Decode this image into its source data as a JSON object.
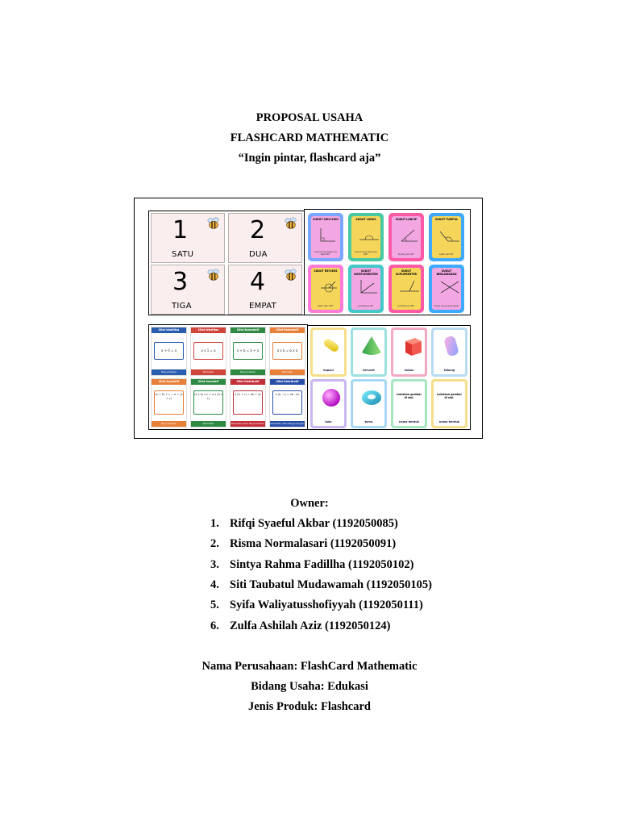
{
  "titles": {
    "line1": "PROPOSAL USAHA",
    "line2": "FLASHCARD MATHEMATIC",
    "line3": "“Ingin pintar, flashcard aja”"
  },
  "figure": {
    "number_cards": [
      {
        "num": "1",
        "word": "SATU"
      },
      {
        "num": "2",
        "word": "DUA"
      },
      {
        "num": "3",
        "word": "TIGA"
      },
      {
        "num": "4",
        "word": "EMPAT"
      }
    ],
    "angle_cards": [
      {
        "title": "SUDUT SIKU-SIKU",
        "desc": "Sudut yang besarnya tepat 90°",
        "color": "#f2a7e2",
        "frame": "#7aa6ff"
      },
      {
        "title": "SUDUT LURUS",
        "desc": "Sudut yang besarnya 180°",
        "color": "#f6d65a",
        "frame": "#49c9a2"
      },
      {
        "title": "SUDUT LANCIP",
        "desc": "Kurang dari 90°",
        "color": "#f2a7e2",
        "frame": "#ff5aa5"
      },
      {
        "title": "SUDUT TUMPUL",
        "desc": "Lebih dari 90°",
        "color": "#f6d65a",
        "frame": "#3fa9ff"
      },
      {
        "title": "SUDUT REFLEKS",
        "desc": "Lebih dari 180°",
        "color": "#f6d65a",
        "frame": "#ff7bd9"
      },
      {
        "title": "SUDUT KOMPLEMENTER",
        "desc": "Jumlahnya 90°",
        "color": "#f2a7e2",
        "frame": "#45c8c8"
      },
      {
        "title": "SUDUT SUPLEMENTER",
        "desc": "Jumlahnya 180°",
        "color": "#f6d65a",
        "frame": "#ff5aa5"
      },
      {
        "title": "SUDUT BERLAWANAN",
        "desc": "Sudut yang sama besar",
        "color": "#f2a7e2",
        "frame": "#3fa9ff"
      }
    ],
    "property_cards": [
      {
        "head": "Sifat Identitas",
        "body": "a + 0 = a",
        "foot": "Penjumlahan",
        "color": "#2a5db0"
      },
      {
        "head": "Sifat Identitas",
        "body": "a x 1 = a",
        "foot": "Perkalian",
        "color": "#d0453b"
      },
      {
        "head": "Sifat Komutatif",
        "body": "a + b = b + a",
        "foot": "Penjumlahan",
        "color": "#2e8a43"
      },
      {
        "head": "Sifat Komutatif",
        "body": "a x b = b x a",
        "foot": "Perkalian",
        "color": "#e8803a"
      },
      {
        "head": "Sifat Asosiatif",
        "body": "(a + b) + c = a + (b + c)",
        "foot": "Penjumlahan",
        "color": "#e8803a"
      },
      {
        "head": "Sifat Asosiatif",
        "body": "(a x b) x c = a x (b x c)",
        "foot": "Perkalian",
        "color": "#2e8a43"
      },
      {
        "head": "Sifat Distributif",
        "body": "a (b + c) = ab + ac",
        "foot": "Perkalian atas Penjumlahan",
        "color": "#c4303a"
      },
      {
        "head": "Sifat Distributif",
        "body": "a (b - c) = ab - ac",
        "foot": "Perkalian atas Pengurangan",
        "color": "#2a4ea8"
      }
    ],
    "shape_cards": [
      {
        "name": "kapsul",
        "shape": "capsule",
        "frame": "#f6df8c"
      },
      {
        "name": "kerucut",
        "shape": "cone",
        "frame": "#9fe0e0"
      },
      {
        "name": "kubus",
        "shape": "cube",
        "frame": "#f4a9c0"
      },
      {
        "name": "tabung",
        "shape": "cylinder",
        "frame": "#b9dcf2"
      },
      {
        "name": "bola",
        "shape": "sphere",
        "frame": "#cbb7ef"
      },
      {
        "name": "torus",
        "shape": "torus",
        "frame": "#a9d8f4"
      },
      {
        "name": "nama bentuk",
        "shape": "text",
        "text": "Lukiskan gambar di sini.",
        "frame": "#a8e6c2"
      },
      {
        "name": "nama bentuk",
        "shape": "text",
        "text": "Lukiskan gambar di sini.",
        "frame": "#f6df8c"
      }
    ]
  },
  "owners": {
    "heading": "Owner:",
    "list": [
      {
        "n": "1.",
        "text": "Rifqi Syaeful Akbar (1192050085)"
      },
      {
        "n": "2.",
        "text": "Risma Normalasari (1192050091)"
      },
      {
        "n": "3.",
        "text": "Sintya Rahma Fadillha (1192050102)"
      },
      {
        "n": "4.",
        "text": "Siti Taubatul Mudawamah (1192050105)"
      },
      {
        "n": "5.",
        "text": "Syifa Waliyatusshofiyyah (1192050111)"
      },
      {
        "n": "6.",
        "text": "Zulfa Ashilah Aziz (1192050124)"
      }
    ]
  },
  "info": {
    "company": "Nama Perusahaan: FlashCard Mathematic",
    "field": "Bidang Usaha: Edukasi",
    "product": "Jenis Produk: Flashcard"
  },
  "colors": {
    "text": "#000000",
    "background": "#ffffff"
  }
}
